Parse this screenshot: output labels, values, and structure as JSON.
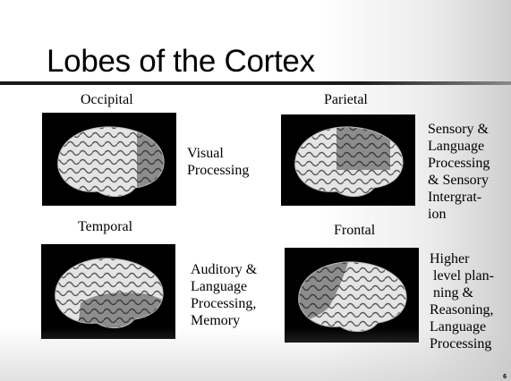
{
  "slide": {
    "title": "Lobes of the Cortex",
    "page_number": "6"
  },
  "lobes": [
    {
      "label": "Occipital",
      "description": [
        "Visual",
        "Processing"
      ]
    },
    {
      "label": "Parietal",
      "description": [
        "Sensory &",
        "Language",
        "Processing",
        "& Sensory",
        "Intergrat-",
        "ion"
      ]
    },
    {
      "label": "Temporal",
      "description": [
        "Auditory &",
        "Language",
        "Processing,",
        "Memory"
      ]
    },
    {
      "label": "Frontal",
      "description": [
        "Higher",
        "level plan-",
        "ning &",
        "Reasoning,",
        "Language",
        "Processing"
      ]
    }
  ]
}
